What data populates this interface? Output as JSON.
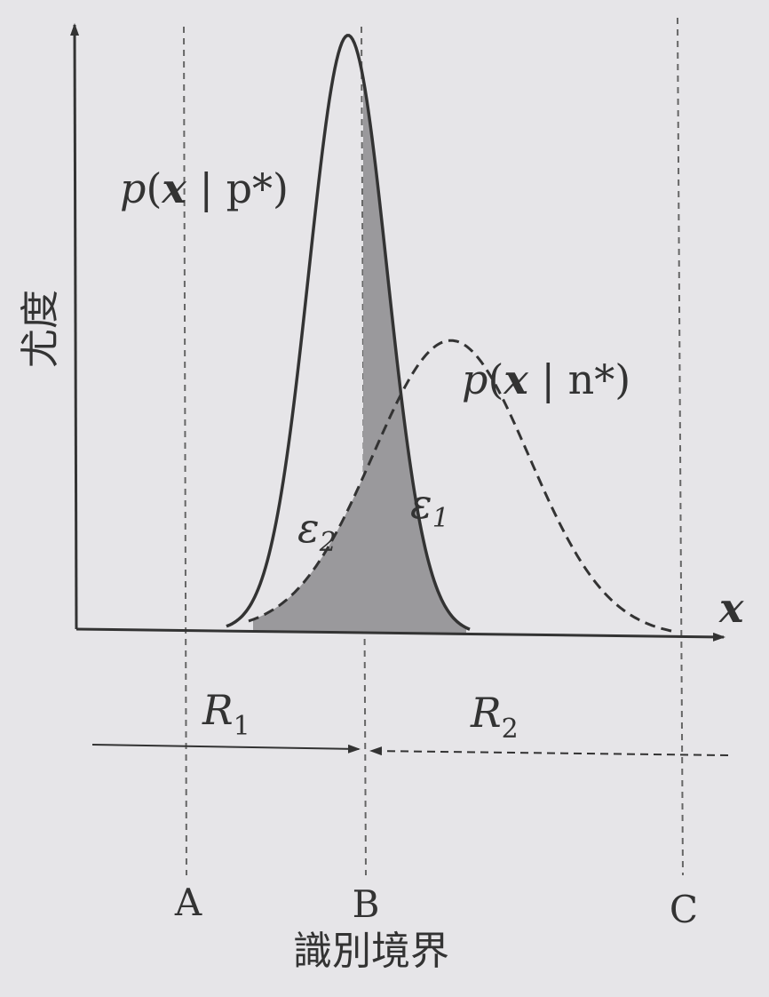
{
  "y_axis_label": "尤度",
  "x_axis_label": "x",
  "curves": {
    "positive": {
      "label_p": "p",
      "label_x": "x",
      "label_cond": "p*"
    },
    "negative": {
      "label_p": "p",
      "label_x": "x",
      "label_cond": "n*"
    }
  },
  "errors": {
    "e1": {
      "symbol": "ε",
      "sub": "1"
    },
    "e2": {
      "symbol": "ε",
      "sub": "2"
    }
  },
  "regions": {
    "r1": {
      "symbol": "R",
      "sub": "1"
    },
    "r2": {
      "symbol": "R",
      "sub": "2"
    }
  },
  "points": {
    "a": "A",
    "b": "B",
    "c": "C"
  },
  "boundary_label": "識別境界",
  "colors": {
    "ink": "#333333",
    "shade": "#9a999c",
    "background": "#e6e5e8"
  }
}
